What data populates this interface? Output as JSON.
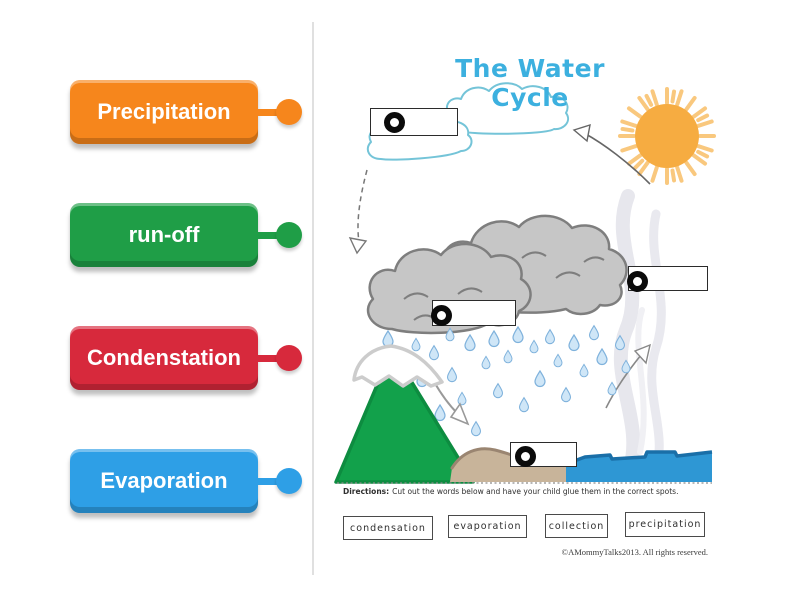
{
  "left_panel": {
    "labels": [
      {
        "text": "Precipitation",
        "color": "#F6861C"
      },
      {
        "text": "run-off",
        "color": "#1F9E47"
      },
      {
        "text": "Condenstation",
        "color": "#D7293C"
      },
      {
        "text": "Evaporation",
        "color": "#2E9FE6"
      }
    ]
  },
  "worksheet": {
    "title": "The Water Cycle",
    "title_color": "#3CB0DF",
    "directions_label": "Directions:",
    "directions_text": "Cut out the words below and have your child glue them in the correct spots.",
    "word_bank": [
      "condensation",
      "evaporation",
      "collection",
      "precipitation"
    ],
    "copyright": "©AMommyTalks2013.  All rights reserved.",
    "drop_zone_count": "4"
  }
}
